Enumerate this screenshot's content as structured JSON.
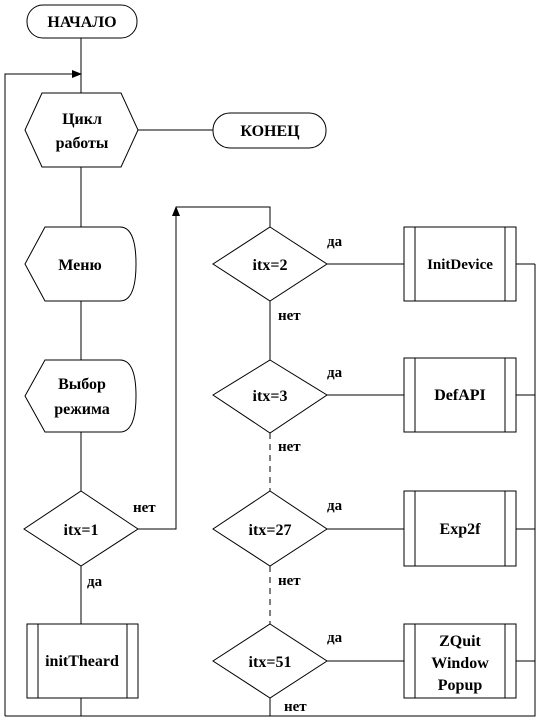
{
  "start": "НАЧАЛО",
  "end": "КОНЕЦ",
  "loop": [
    "Цикл",
    "работы"
  ],
  "menu": "Меню",
  "mode_select": [
    "Выбор",
    "режима"
  ],
  "cond_itx1": "itx=1",
  "cond_itx1_yes": "да",
  "cond_itx1_no": "нет",
  "init_theard": "initTheard",
  "cond_itx2": "itx=2",
  "cond_itx2_yes": "да",
  "cond_itx2_no": "нет",
  "init_device": "InitDevice",
  "cond_itx3": "itx=3",
  "cond_itx3_yes": "да",
  "cond_itx3_no": "нет",
  "def_api": "DefAPI",
  "cond_itx27": "itx=27",
  "cond_itx27_yes": "да",
  "cond_itx27_no": "нет",
  "exp2f": "Exp2f",
  "cond_itx51": "itx=51",
  "cond_itx51_yes": "да",
  "cond_itx51_no": "нет",
  "zquit": [
    "ZQuit",
    "Window",
    "Popup"
  ]
}
